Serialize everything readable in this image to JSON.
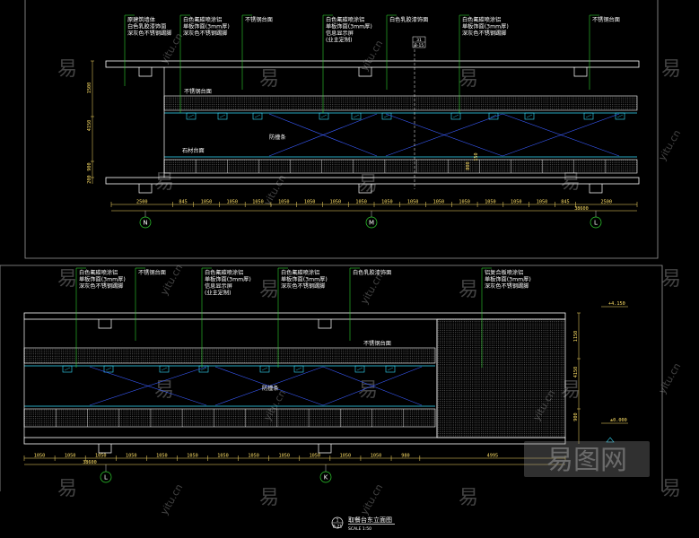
{
  "colors": {
    "background": "#000000",
    "frame": "#9a9a9a",
    "structure": "#ffffff",
    "leader": "#2fd12f",
    "dimension": "#ffe066",
    "rail": "#3a5cff",
    "hatch": "#8a8a8a",
    "cyan": "#35e0ff"
  },
  "watermark": {
    "char": "易",
    "site": "yitu.cn",
    "logo": "易图网"
  },
  "upper": {
    "notes": [
      {
        "lines": [
          "原建筑墙体",
          "白色乳胶漆饰面",
          "深灰色不锈钢踢脚"
        ]
      },
      {
        "lines": [
          "白色氟碳喷涂铝",
          "单板饰面(3mm厚)",
          "深灰色不锈钢踢脚"
        ]
      },
      {
        "lines": [
          "不锈钢台面"
        ]
      },
      {
        "lines": [
          "白色氟碳喷涂铝",
          "单板饰面(3mm厚)",
          "信息显示屏",
          "(业主定制)"
        ]
      },
      {
        "lines": [
          "白色乳胶漆饰面"
        ]
      },
      {
        "lines": [
          "白色氟碳喷涂铝",
          "单板饰面(3mm厚)",
          "深灰色不锈钢踢脚"
        ]
      },
      {
        "lines": [
          "不锈钢台面"
        ]
      }
    ],
    "ref_mark": {
      "top": "31",
      "bottom": "B-15"
    },
    "inner_labels": [
      "不锈钢台面",
      "防撞条",
      "石材台面"
    ],
    "vertical_dims": [
      "1500",
      "4150",
      "900",
      "200"
    ],
    "right_dims": [
      "800",
      "150"
    ],
    "bottom_dims": [
      "2500",
      "845",
      "1050",
      "1050",
      "1050",
      "1050",
      "1050",
      "1050",
      "1050",
      "1050",
      "1050",
      "1050",
      "1050",
      "1050",
      "1050",
      "1050",
      "845",
      "2500"
    ],
    "total_dim": "38600",
    "axes": [
      "N",
      "M",
      "L"
    ]
  },
  "lower": {
    "notes": [
      {
        "lines": [
          "白色氟碳喷涂铝",
          "单板饰面(3mm厚)",
          "深灰色不锈钢踢脚"
        ]
      },
      {
        "lines": [
          "不锈钢台面"
        ]
      },
      {
        "lines": [
          "白色氟碳喷涂铝",
          "单板饰面(3mm厚)",
          "信息显示屏",
          "(业主定制)"
        ]
      },
      {
        "lines": [
          "白色氟碳喷涂铝",
          "单板饰面(3mm厚)",
          "深灰色不锈钢踢脚"
        ]
      },
      {
        "lines": [
          "白色乳胶漆饰面"
        ]
      },
      {
        "lines": [
          "铝复合板喷涂铝",
          "单板饰面(3mm厚)",
          "深灰色不锈钢踢脚"
        ]
      }
    ],
    "inner_labels": [
      "不锈钢台面",
      "防撞条"
    ],
    "level_marks": [
      "±0.000",
      "+4.150"
    ],
    "vertical_dims": [
      "1150",
      "4150",
      "900"
    ],
    "bottom_dims": [
      "1050",
      "1050",
      "1050",
      "1050",
      "1050",
      "1050",
      "1050",
      "1050",
      "1050",
      "1050",
      "1050",
      "1050",
      "980",
      "4995"
    ],
    "total_dim": "38600",
    "axes": [
      "L",
      "K"
    ]
  },
  "drawing_title": {
    "name": "取餐台东立面图",
    "scale": "SCALE 1:50",
    "symbol_top": "1",
    "symbol_bottom": "B-21"
  }
}
